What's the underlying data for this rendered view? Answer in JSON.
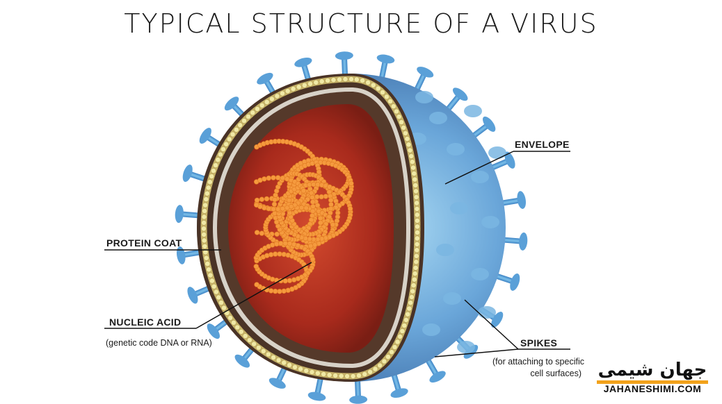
{
  "title": "TYPICAL STRUCTURE OF A VIRUS",
  "labels": {
    "envelope": "ENVELOPE",
    "protein_coat": "PROTEIN COAT",
    "nucleic_acid": "NUCLEIC ACID",
    "nucleic_acid_note": "(genetic code DNA or RNA)",
    "spikes": "SPIKES",
    "spikes_note_1": "(for attaching to specific",
    "spikes_note_2": "cell surfaces)"
  },
  "watermark": {
    "fa": "جهان شیمی",
    "en": "JAHANESHIMI.COM"
  },
  "colors": {
    "envelope": "#5b9bd5",
    "spike": "#5aa0d8",
    "coat_outer": "#4a3326",
    "beads": "#f0e9a6",
    "interior": "#b7311f",
    "nucleic_acid": "#f59a3e",
    "logo_accent": "#f2a21b"
  }
}
